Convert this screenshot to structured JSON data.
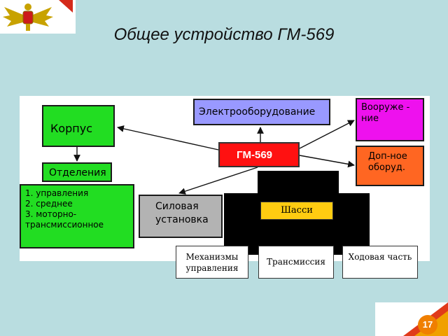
{
  "slide": {
    "title": "Общее устройство ГМ-569",
    "page_number": "17"
  },
  "diagram": {
    "center": "ГМ-569",
    "korpus": "Корпус",
    "otdeleniya": {
      "label": "Отделения",
      "items": [
        "1. управления",
        "2. среднее",
        "3. моторно-",
        "трансмиссионное"
      ]
    },
    "elektro": "Электрооборудование",
    "vooruzh": [
      "Вооруже -",
      "ние"
    ],
    "dop": [
      "Доп-ное",
      "оборуд."
    ],
    "silovaya": [
      "Силовая",
      "установка"
    ],
    "shassi": "Шасси",
    "mechanisms": [
      "Механизмы",
      "управления"
    ],
    "transmission": "Трансмиссия",
    "hodovaya": [
      "Ходовая",
      "часть"
    ]
  },
  "colors": {
    "green": "#22dd22",
    "blue": "#9999ff",
    "magenta": "#ee11ee",
    "red": "#ff1111",
    "orange": "#ff6622",
    "gray": "#b3b3b3",
    "yellow": "#ffcc11",
    "background": "#b9dde0"
  }
}
